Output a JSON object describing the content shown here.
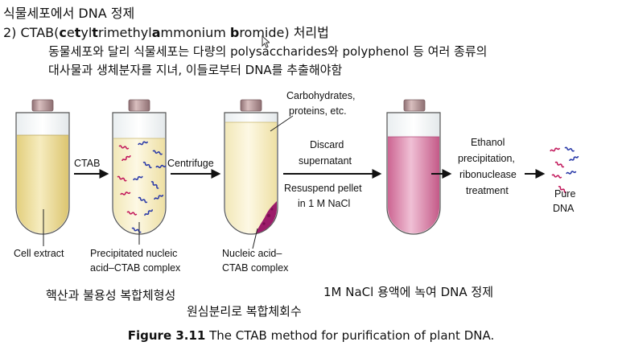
{
  "heading": {
    "section": "식물세포에서 DNA 정제",
    "method_prefix": "2) CTAB(",
    "method_parts": [
      {
        "text": "c",
        "bold": true
      },
      {
        "text": "e",
        "bold": false
      },
      {
        "text": "t",
        "bold": true
      },
      {
        "text": "yl",
        "bold": false
      },
      {
        "text": "t",
        "bold": true
      },
      {
        "text": "rimethyl",
        "bold": false
      },
      {
        "text": "a",
        "bold": true
      },
      {
        "text": "mmonium ",
        "bold": false
      },
      {
        "text": "b",
        "bold": true
      },
      {
        "text": "romide",
        "bold": false
      }
    ],
    "method_suffix": ") 처리법"
  },
  "paragraph": {
    "line1": "동물세포와 달리 식물세포는 다량의 polysaccharides와 polyphenol 등 여러 종류의",
    "line2": "대사물과 생체분자를 지녀, 이들로부터 DNA를 추출해야함"
  },
  "figure": {
    "tube_labels": {
      "cell_extract": "Cell extract",
      "precipitated_1": "Precipitated nucleic",
      "precipitated_2": "acid–CTAB complex",
      "nucleic_1": "Nucleic acid–",
      "nucleic_2": "CTAB complex",
      "carbs_1": "Carbohydrates,",
      "carbs_2": "proteins, etc."
    },
    "arrow_labels": {
      "ctab": "CTAB",
      "centrifuge": "Centrifuge",
      "discard_1": "Discard",
      "discard_2": "supernatant",
      "resuspend_1": "Resuspend pellet",
      "resuspend_2": "in 1 M NaCl",
      "ethanol_1": "Ethanol",
      "ethanol_2": "precipitation,",
      "ethanol_3": "ribonuclease",
      "ethanol_4": "treatment",
      "pure_1": "Pure",
      "pure_2": "DNA"
    },
    "colors": {
      "extract": "#ecdb96",
      "extract_light": "#f8efc4",
      "pink": "#d96d9a",
      "pink_light": "#f3c3d7",
      "cap": "#c7a8a8",
      "cap_dark": "#8e6f72",
      "dna": "#2a3aa8",
      "dna_red": "#c2185b",
      "pellet": "#9c1c6a"
    }
  },
  "notes": {
    "left": "핵산과 불용성 복합체형성",
    "right": "1M NaCl 용액에 녹여 DNA 정제",
    "center": "원심분리로 복합체회수"
  },
  "caption": {
    "label": "Figure 3.11",
    "text": " The CTAB method for purification of plant DNA."
  }
}
